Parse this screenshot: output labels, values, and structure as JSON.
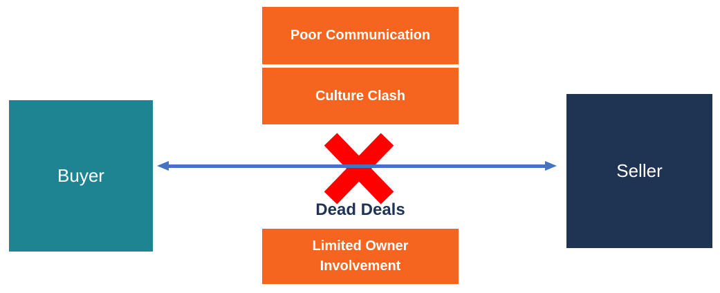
{
  "diagram": {
    "buyer": {
      "label": "Buyer"
    },
    "seller": {
      "label": "Seller"
    },
    "center_label": "Dead Deals",
    "reasons": [
      {
        "label": "Poor Communication"
      },
      {
        "label": "Culture Clash"
      },
      {
        "label": "Limited Owner Involvement"
      }
    ],
    "icons": {
      "x_mark": "multiply-x-icon",
      "arrow": "double-headed-arrow"
    },
    "colors": {
      "buyer_box": "#1F8491",
      "seller_box": "#1F3353",
      "reason_box": "#F5651F",
      "arrow": "#4472C4",
      "x_mark": "#FF0000",
      "center_label_text": "#1F3353",
      "box_text": "#FFFFFF",
      "background": "#FFFFFF"
    }
  }
}
